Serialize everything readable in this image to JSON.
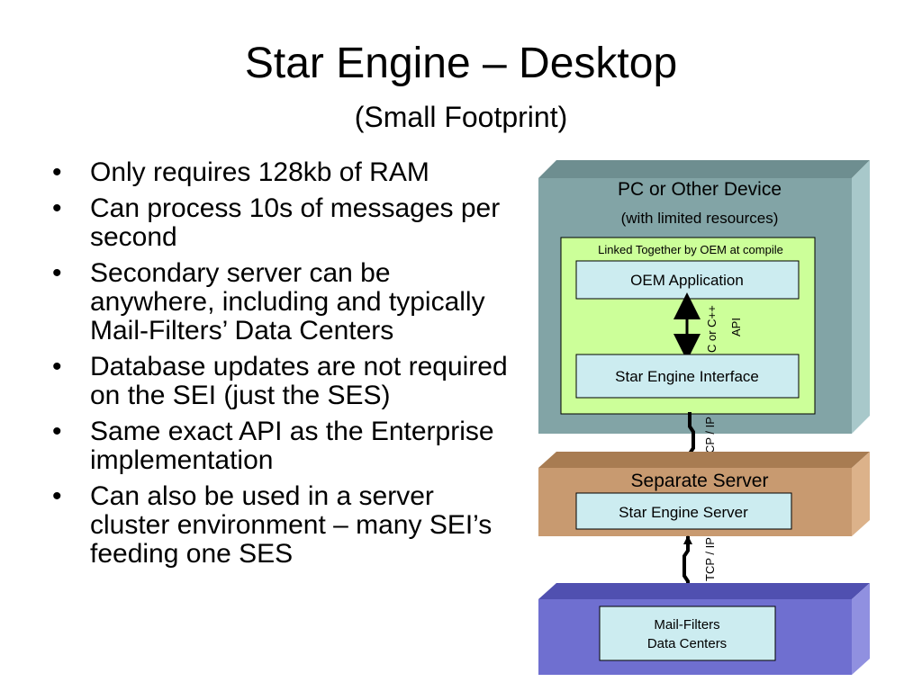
{
  "slide": {
    "title": "Star Engine – Desktop",
    "subtitle": "(Small Footprint)"
  },
  "bullets": [
    "Only requires 128kb of RAM",
    "Can process 10s of messages per second",
    "Secondary server can be anywhere, including and typically Mail-Filters’ Data Centers",
    "Database updates are not required on the SEI (just the SES)",
    "Same exact API as the Enterprise implementation",
    "Can also be used in a server cluster environment – many SEI’s feeding one SES"
  ],
  "diagram": {
    "device": {
      "title": "PC or Other Device",
      "subtitle": "(with limited resources)",
      "linked_label": "Linked Together by OEM at compile",
      "oem_app": "OEM Application",
      "api_label_1": "C or C++",
      "api_label_2": "API",
      "sei": "Star Engine Interface"
    },
    "tcp_label_1": "TCP / IP",
    "server": {
      "title": "Separate Server",
      "ses": "Star Engine Server"
    },
    "tcp_label_2": "TCP / IP",
    "datacenter": {
      "line1": "Mail-Filters",
      "line2": "Data Centers"
    },
    "colors": {
      "device_front": "#82a4a6",
      "device_side": "#a8c8ca",
      "device_top": "#6e8e90",
      "linked_box": "#ccff99",
      "inner_box": "#ccecf0",
      "server_front": "#c89a70",
      "server_side": "#dcb28a",
      "server_top": "#a87c52",
      "dc_front": "#6f6fd0",
      "dc_side": "#9090e0",
      "dc_top": "#5050b0"
    }
  }
}
